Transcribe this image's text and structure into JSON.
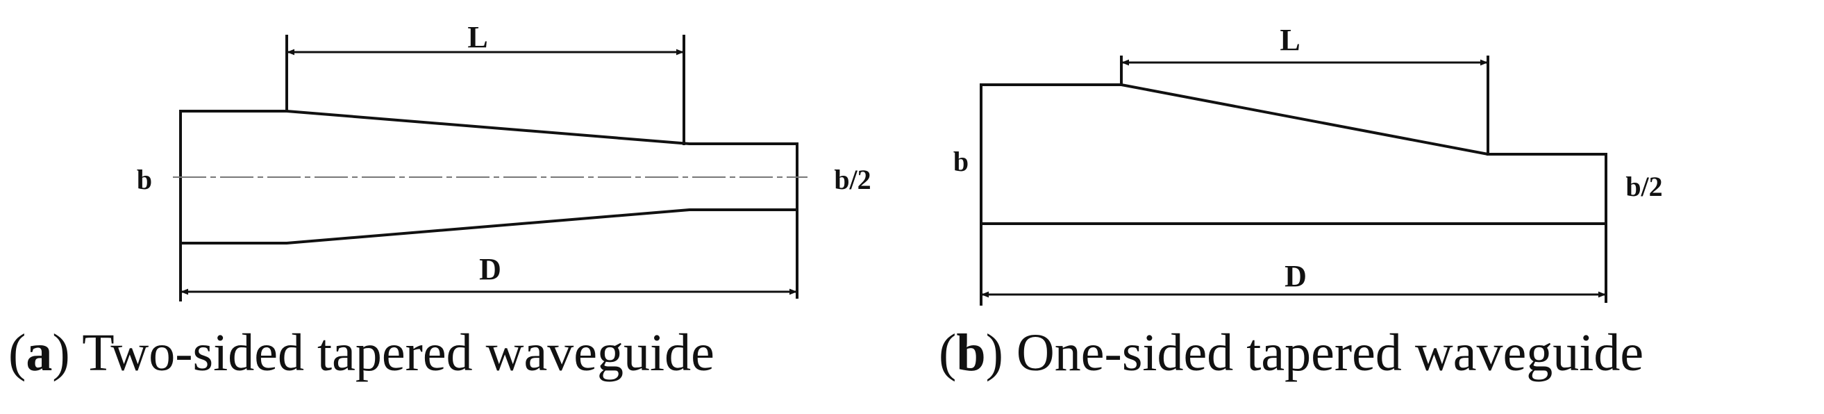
{
  "colors": {
    "line": "#111111",
    "centerline": "#777777",
    "background": "#ffffff"
  },
  "panel_a": {
    "length_label": "L",
    "total_label": "D",
    "input_label": "b",
    "output_label": "b/2",
    "caption_letter": "a",
    "caption_text": "Two-sided tapered waveguide"
  },
  "panel_b": {
    "length_label": "L",
    "total_label": "D",
    "input_label": "b",
    "output_label": "b/2",
    "caption_letter": "b",
    "caption_text": "One-sided tapered waveguide"
  }
}
